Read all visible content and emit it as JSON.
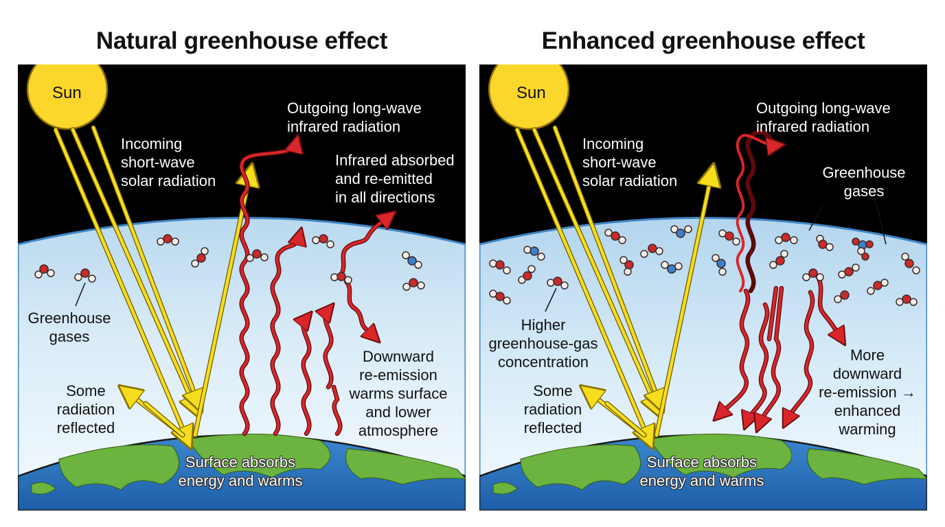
{
  "panels": {
    "natural": {
      "title": "Natural greenhouse effect",
      "sun": "Sun",
      "incoming": [
        "Incoming",
        "short-wave",
        "solar radiation"
      ],
      "outgoing": [
        "Outgoing long-wave",
        "infrared radiation"
      ],
      "absorbed": [
        "Infrared absorbed",
        "and re-emitted",
        "in all directions"
      ],
      "gases": [
        "Greenhouse",
        "gases"
      ],
      "reflected": [
        "Some",
        "radiation",
        "reflected"
      ],
      "downward": [
        "Downward",
        "re-emission",
        "warms surface",
        "and lower",
        "atmosphere"
      ],
      "surface": [
        "Surface absorbs",
        "energy and warms"
      ]
    },
    "enhanced": {
      "title": "Enhanced greenhouse effect",
      "sun": "Sun",
      "incoming": [
        "Incoming",
        "short-wave",
        "solar radiation"
      ],
      "outgoing": [
        "Outgoing long-wave",
        "infrared radiation"
      ],
      "gases": [
        "Greenhouse",
        "gases"
      ],
      "higher": [
        "Higher",
        "greenhouse-gas",
        "concentration"
      ],
      "reflected": [
        "Some",
        "radiation",
        "reflected"
      ],
      "more_downward": [
        "More",
        "downward",
        "re-emission →",
        "enhanced",
        "warming"
      ],
      "surface": [
        "Surface absorbs",
        "energy and warms"
      ]
    }
  },
  "colors": {
    "space": "#000000",
    "atmosphere": "#cfe6f6",
    "solar_ray": "#f7dd1e",
    "infrared_wave": "#d9262a",
    "ocean": "#2e7bc4",
    "land": "#6cb33f",
    "sun": "#fbd62b",
    "oxygen_atom": "#c92a2a",
    "carbon_atom": "#3a7fc9",
    "hydrogen_atom": "#f4eee6"
  },
  "icons": [
    "sun-icon",
    "earth-icon",
    "molecule-icon",
    "ray-arrow-icon",
    "wavy-arrow-icon"
  ]
}
